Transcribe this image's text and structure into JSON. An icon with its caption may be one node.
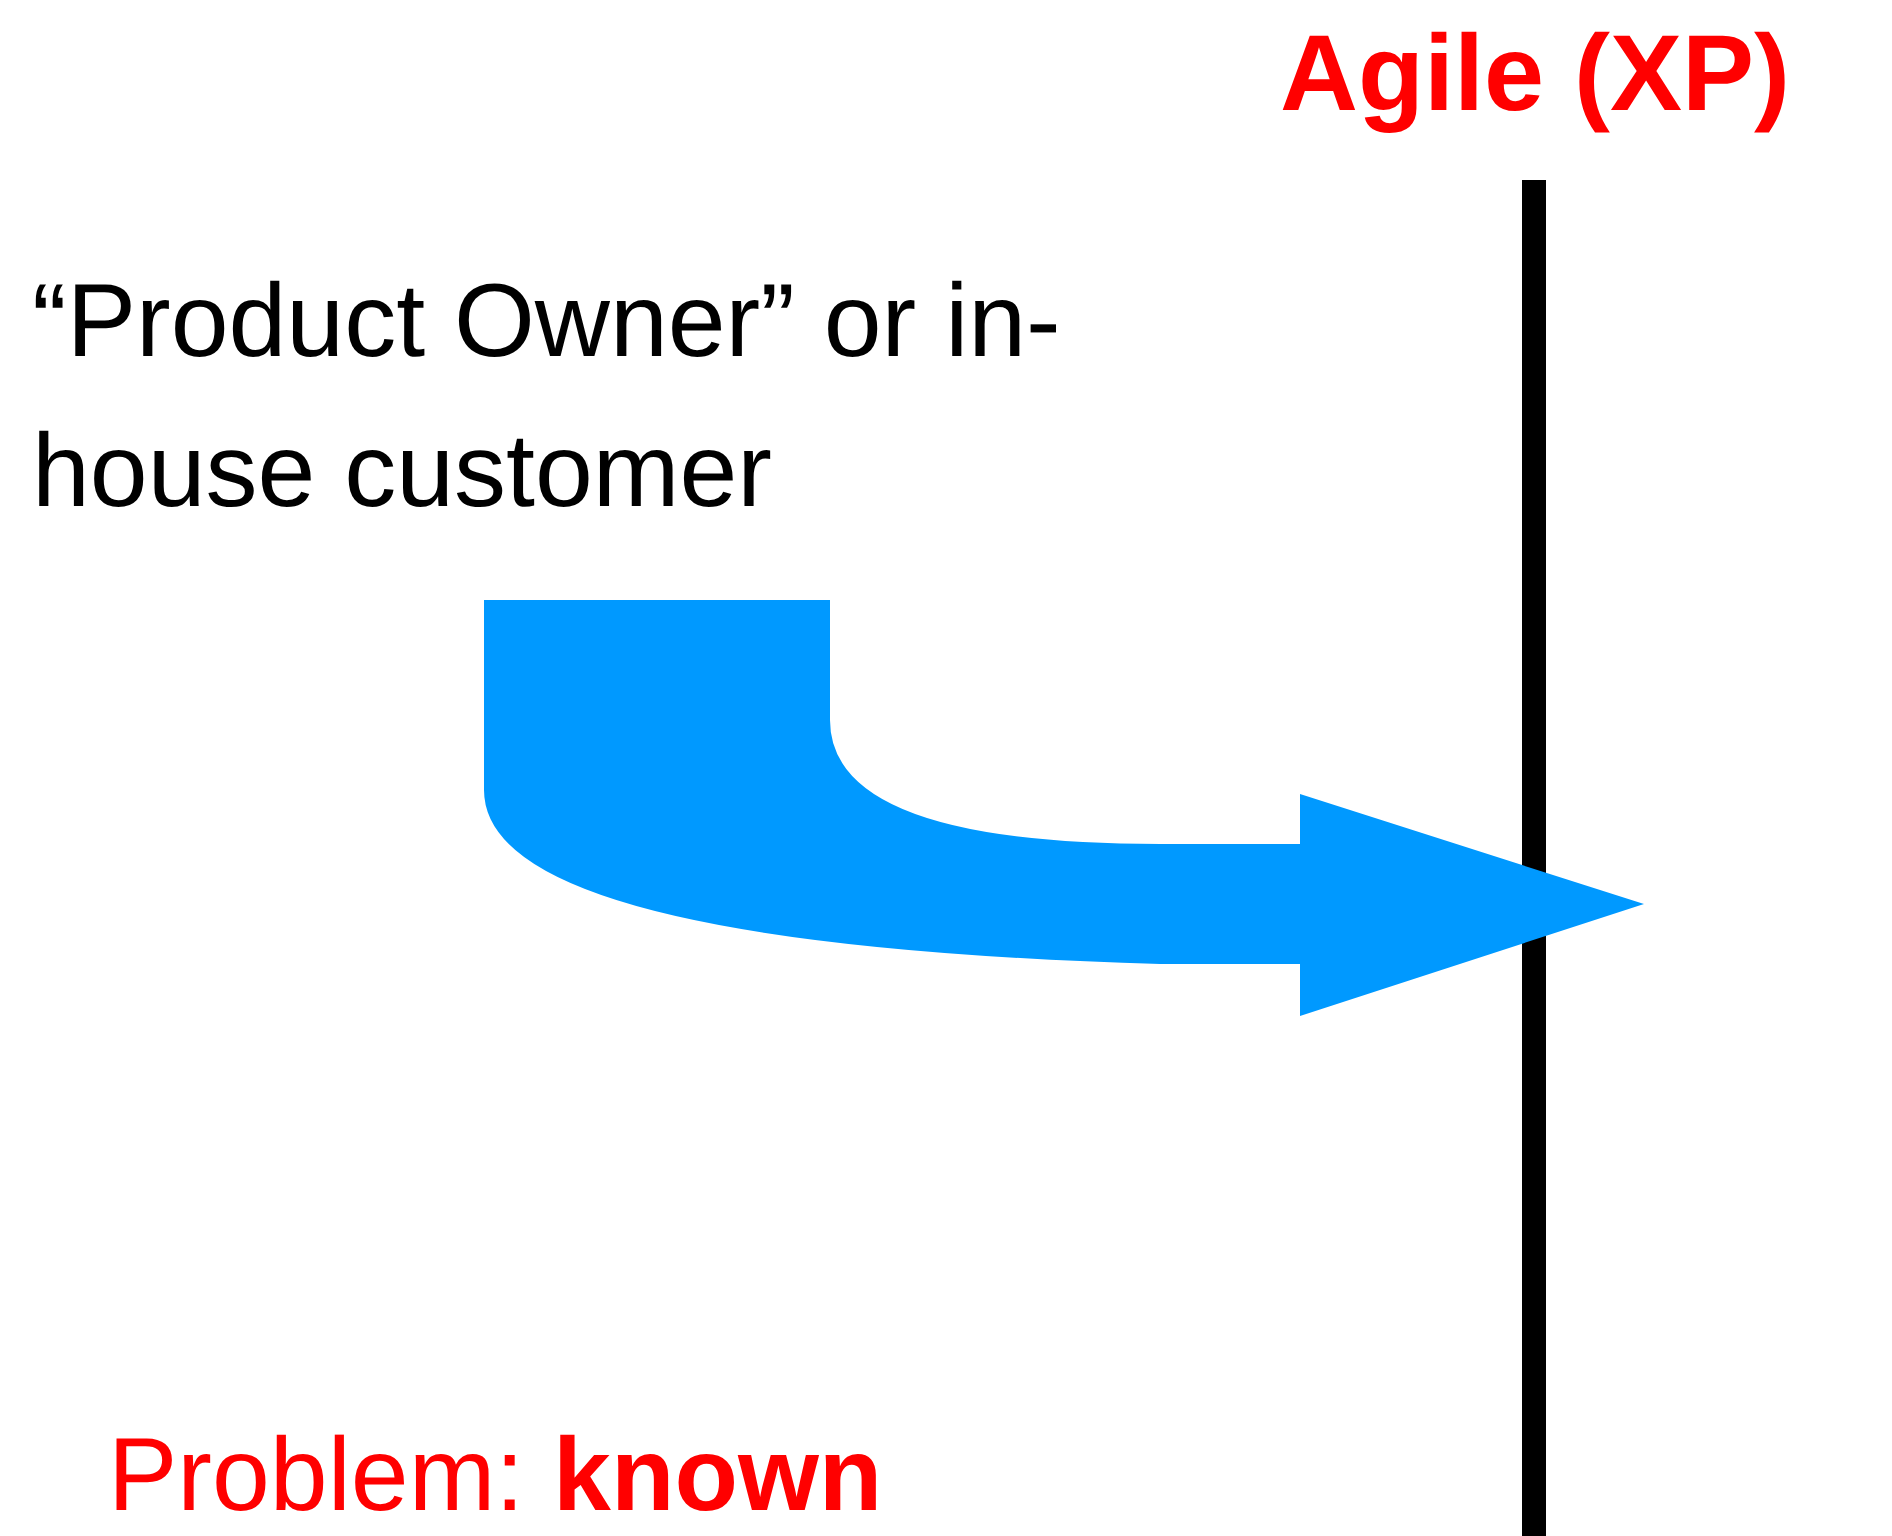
{
  "diagram": {
    "title": "Agile (XP)",
    "nodes": [
      {
        "text": [
          "“Product Owner” or in-house customer"
        ]
      },
      {
        "text": [],
        "shape": "bar"
      }
    ],
    "edges": [
      {
        "from": 0,
        "to": 1,
        "arrow": "to",
        "style": "thick",
        "color": "#0099ff"
      }
    ],
    "labels": [
      "Problem: **known**"
    ]
  }
}
